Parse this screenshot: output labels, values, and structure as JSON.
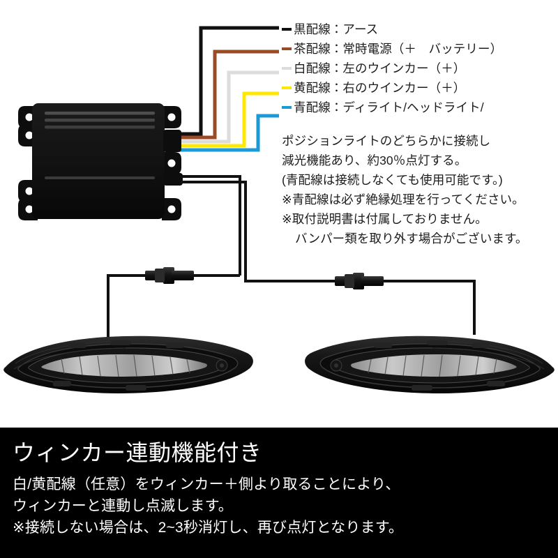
{
  "colors": {
    "wire_black": "#111111",
    "wire_brown": "#9B4A26",
    "wire_white": "#DCDCDC",
    "wire_yellow": "#FFE800",
    "wire_blue": "#1B9AD6",
    "banner_background": "#000000",
    "banner_text": "#FFFFFF",
    "body_text": "#1C1C1C",
    "page_background": "#FFFFFF",
    "module_body": "#111111"
  },
  "legend": {
    "rows": [
      {
        "swatch": "wire-swatch-black",
        "color": "#111111",
        "text": "黒配線：アース"
      },
      {
        "swatch": "wire-swatch-brown",
        "color": "#9B4A26",
        "text": "茶配線：常時電源（＋　バッテリー）"
      },
      {
        "swatch": "wire-swatch-white",
        "color": "#DCDCDC",
        "text": "白配線：左のウインカー（＋）"
      },
      {
        "swatch": "wire-swatch-yellow",
        "color": "#FFE800",
        "text": "黄配線：右のウインカー（＋）"
      },
      {
        "swatch": "wire-swatch-blue",
        "color": "#1B9AD6",
        "text": "青配線：ディライト/ヘッドライト/"
      }
    ]
  },
  "notes": {
    "lines": [
      {
        "text": "ポジションライトのどちらかに接続し",
        "indent": false
      },
      {
        "text": "減光機能あり、約30％点灯する。",
        "indent": false
      },
      {
        "text": "(青配線は接続しなくても使用可能です。)",
        "indent": false
      },
      {
        "text": "※青配線は必ず絶縁処理を行ってください。",
        "indent": false
      },
      {
        "text": "※取付説明書は付属しておりません。",
        "indent": false
      },
      {
        "text": "バンパー類を取り外す場合がございます。",
        "indent": true
      }
    ]
  },
  "diagram": {
    "module_name": "control-module",
    "connector_count": 2,
    "lamp_left_name": "led-lamp-left",
    "lamp_right_name": "led-lamp-right"
  },
  "banner": {
    "title": "ウィンカー連動機能付き",
    "lines": [
      "白/黄配線（任意）をウィンカー＋側より取ることにより、",
      "ウィンカーと連動し点滅します。",
      "※接続しない場合は、2~3秒消灯し、再び点灯となります。"
    ]
  }
}
